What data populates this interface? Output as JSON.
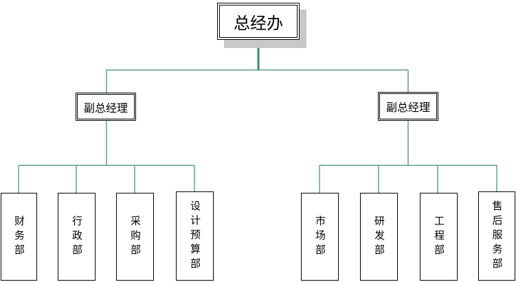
{
  "chart": {
    "root": {
      "label": "总经办"
    },
    "managers": [
      {
        "label": "副总经理",
        "departments": [
          "财务部",
          "行政部",
          "采购部",
          "设计预算部"
        ]
      },
      {
        "label": "副总经理",
        "departments": [
          "市场部",
          "研发部",
          "工程部",
          "售后服务部"
        ]
      }
    ]
  },
  "colors": {
    "connector": "#3a8a6a",
    "border": "#000000",
    "shadow": "#c8c8c8"
  }
}
